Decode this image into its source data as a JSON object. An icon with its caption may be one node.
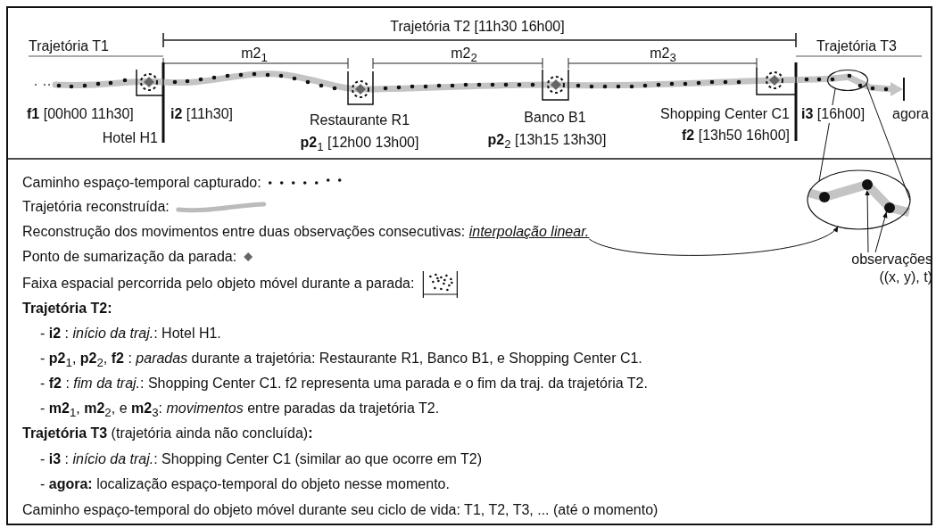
{
  "diagram": {
    "nodes": [
      {
        "text": [],
        "shape": "circle"
      },
      {
        "text": [],
        "shape": "circle"
      },
      {
        "text": [
          "Reconstrução dos movimentos entre duas observações consecutivas: *interpolação linear.*"
        ]
      },
      {
        "text": [
          "observações ((x, y), t)"
        ]
      },
      {
        "text": [],
        "shape": "circle",
        "in": 0
      },
      {
        "text": [],
        "shape": "circle",
        "in": 0
      }
    ],
    "edges": [
      {
        "from": 1,
        "to": 0,
        "arrow": "none"
      },
      {
        "from": 1,
        "to": 0,
        "arrow": "none"
      },
      {
        "from": 2,
        "to": 0,
        "arrow": "to"
      },
      {
        "from": 3,
        "to": 4,
        "arrow": "to"
      },
      {
        "from": 3,
        "to": 5,
        "arrow": "to"
      }
    ],
    "labels": [
      "Trajetória T2 [11h30 16h00]",
      "Trajetória T1",
      "m2$_{1}$",
      "m2$_{2}$",
      "m2$_{3}$",
      "Trajetória T3",
      "**f1** [00h00 11h30]",
      "**i2** [11h30]",
      "Restaurante R1",
      "Banco B1",
      "Shopping Center C1",
      "**i3** [16h00]",
      "agora",
      "Hotel H1",
      "**p2**$_{1}$ [12h00 13h00]",
      "**p2**$_{2}$ [13h15 13h30]",
      "**f2** [13h50 16h00]",
      "**Trajetória T2:**",
      "- **i2** : *início da traj.*: Hotel H1.",
      "- **p2**$_{1}$, **p2**$_{2}$, **f2** : *paradas* durante a trajetória: Restaurante R1, Banco B1, e Shopping Center C1.",
      "- **f2** : *fim da traj.*: Shopping Center C1. f2 representa uma parada e o fim da traj. da trajetória T2.",
      "- **m2**$_{1}$, **m2**$_{2}$, e **m2**$_{3}$: *movimentos* entre paradas da trajetória T2.",
      "**Trajetória T3** (trajetória ainda não concluída)**:**",
      "- **i3** : *início da traj.*: Shopping Center C1 (similar ao que ocorre em T2)",
      "- **agora:** localização espaço-temporal do objeto nesse momento.",
      "Caminho espaço-temporal do objeto móvel durante seu ciclo de vida: T1, T2, T3, ... (até o momento)"
    ],
    "legend": [
      {
        "text": "Caminho espaço-temporal capturado:"
      },
      {
        "text": "Trajetória reconstruída:"
      },
      {
        "text": "Ponto de sumarização da parada:"
      },
      {
        "text": "Faixa espacial percorrida pelo objeto móvel durante a parada:"
      }
    ]
  }
}
